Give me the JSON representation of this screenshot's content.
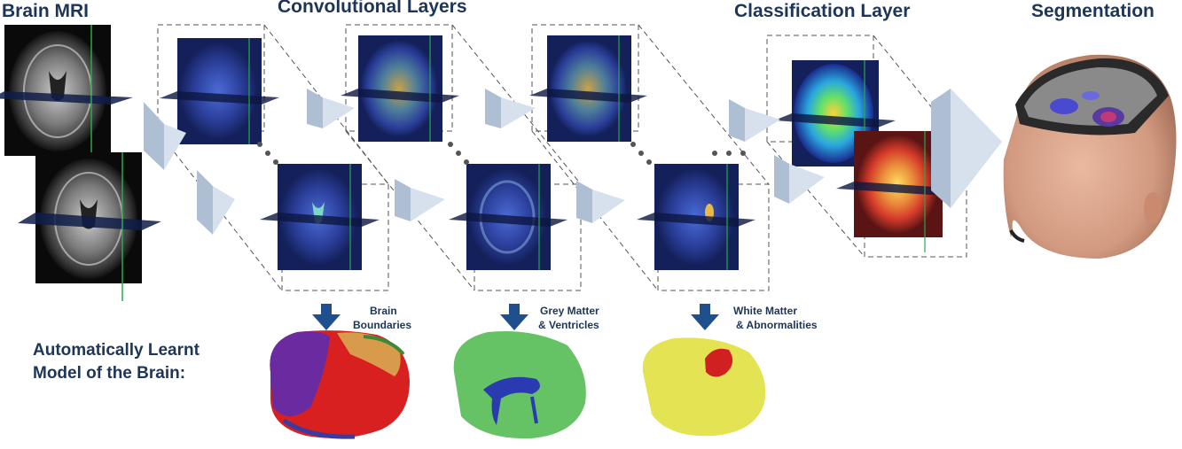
{
  "headers": {
    "brain_mri": "Brain MRI",
    "conv_layers": "Convolutional Layers",
    "classification_layer": "Classification Layer",
    "segmentation": "Segmentation"
  },
  "model_label": {
    "line1": "Automatically Learnt",
    "line2": "Model of the Brain:"
  },
  "features": [
    {
      "line1": "Brain",
      "line2": "Boundaries"
    },
    {
      "line1": "Grey Matter",
      "line2": "& Ventricles"
    },
    {
      "line1": "White Matter",
      "line2": "& Abnormalities"
    }
  ],
  "colors": {
    "text": "#1d3557",
    "arrow": "#1f4f8c",
    "feature_map_bg": "#1a2a6c",
    "skin": "#d9a58c"
  },
  "icons": {
    "arrow": "down-arrow-icon",
    "ellipsis": "ellipsis-dots-icon"
  }
}
